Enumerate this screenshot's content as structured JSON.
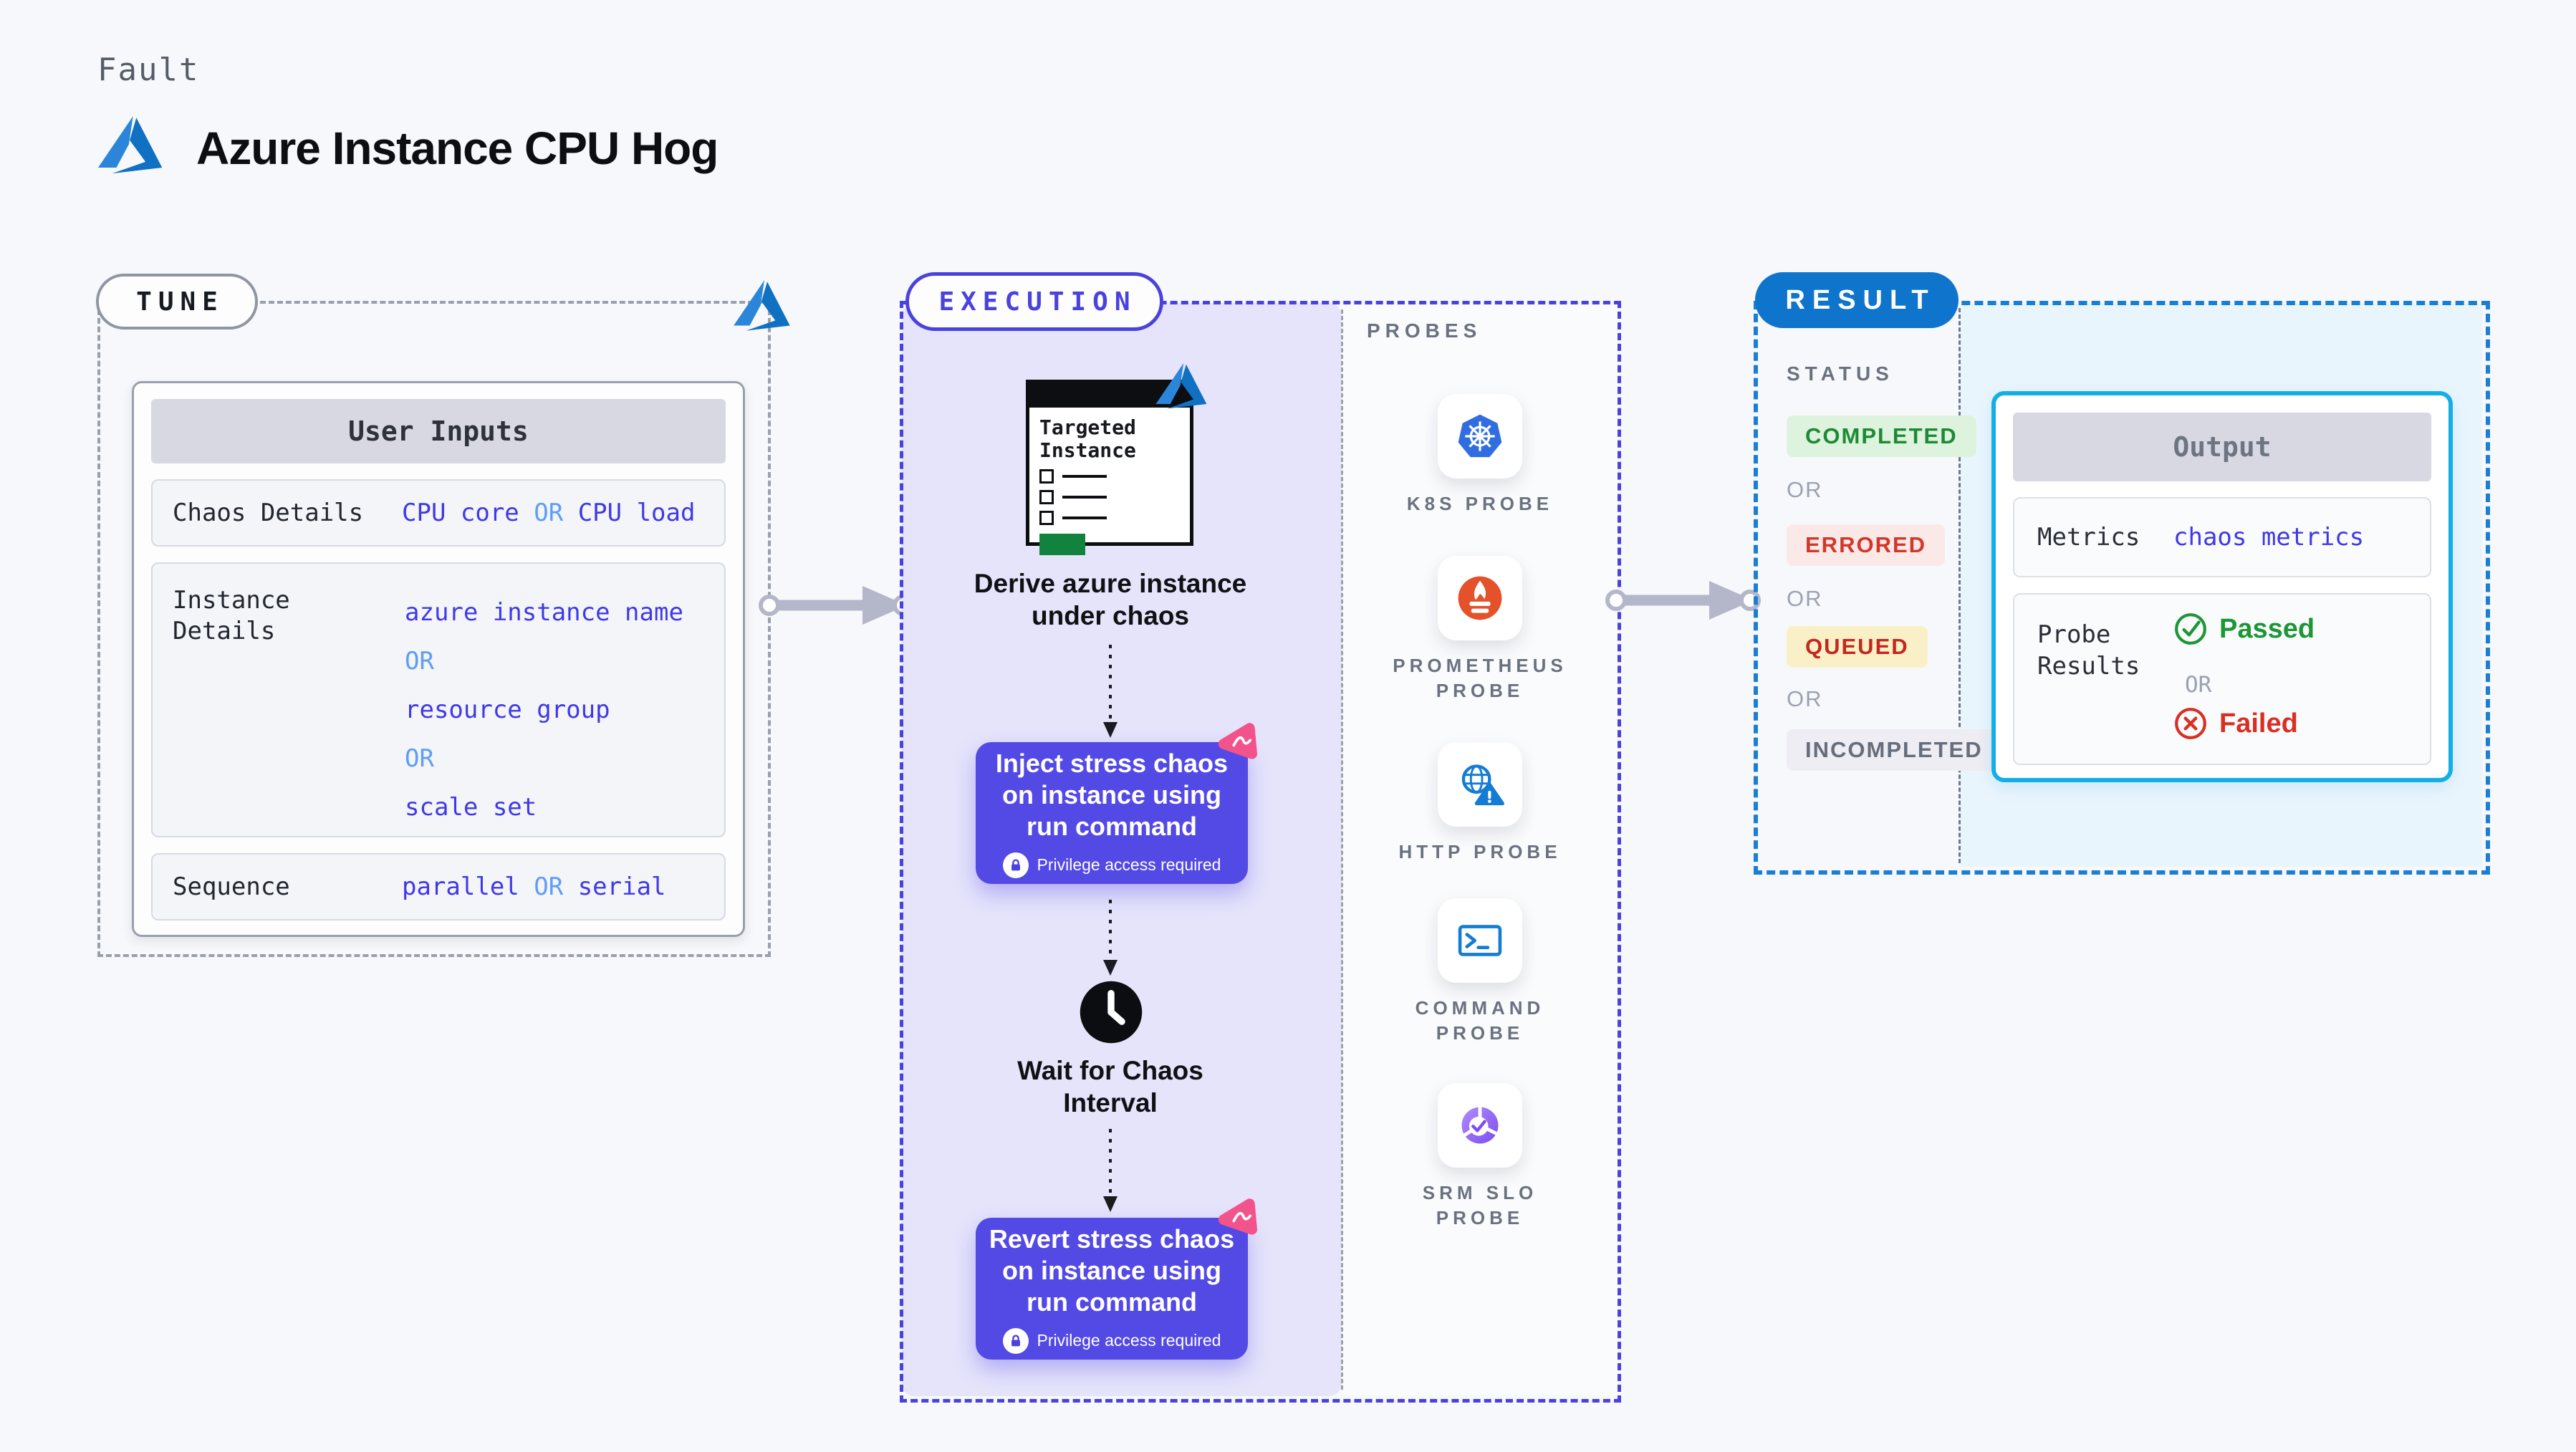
{
  "colors": {
    "page-bg": "#f7f8fb",
    "ink": "#14161a",
    "muted": "#6a7280",
    "faint": "#9aa2b1",
    "border-gray": "#99a0ab",
    "indigo": "#4a42dd",
    "lavender": "#e5e4fb",
    "purple-box": "#5349e5",
    "pink": "#f2538b",
    "azure-blue": "#1374c9",
    "value-blue": "#4038e8",
    "or-blue": "#5f9df6",
    "result-blue": "#0f74cc",
    "result-dash": "#1a7fd4",
    "cyan-border": "#14aee6",
    "cyan-fill": "#e9f5fd",
    "green": "#1d9636",
    "green-bg": "#def3de",
    "red": "#d92f23",
    "red-bg": "#fbe9e7",
    "yellow-bg": "#faf0c8",
    "slate-bg": "#ededf3",
    "arrow-gray": "#b4b7c9",
    "window-green": "#12833f"
  },
  "header": {
    "kicker": "Fault",
    "title": "Azure Instance CPU Hog"
  },
  "tune": {
    "badge": "TUNE",
    "user_inputs_title": "User Inputs",
    "chaos_details": {
      "label": "Chaos Details",
      "v1": "CPU core",
      "or": "OR",
      "v2": "CPU load"
    },
    "instance_details": {
      "label": "Instance Details",
      "lines": [
        "azure instance name",
        "OR",
        "resource group",
        "OR",
        "scale set"
      ]
    },
    "sequence": {
      "label": "Sequence",
      "v1": "parallel",
      "or": "OR",
      "v2": "serial"
    }
  },
  "execution": {
    "badge": "EXECUTION",
    "window_title": "Targeted Instance",
    "derive_label": "Derive azure instance under chaos",
    "inject_label": "Inject stress chaos on instance using run command",
    "privilege_label": "Privilege access required",
    "wait_label": "Wait for Chaos Interval",
    "revert_label": "Revert stress chaos on instance using run command"
  },
  "probes": {
    "title": "PROBES",
    "items": [
      {
        "label": "K8S PROBE",
        "icon": "kubernetes-wheel-icon"
      },
      {
        "label": "PROMETHEUS PROBE",
        "icon": "prometheus-flame-icon"
      },
      {
        "label": "HTTP PROBE",
        "icon": "globe-alert-icon"
      },
      {
        "label": "COMMAND PROBE",
        "icon": "terminal-icon"
      },
      {
        "label": "SRM SLO PROBE",
        "icon": "slo-gauge-check-icon"
      }
    ]
  },
  "result": {
    "badge": "RESULT",
    "status_label": "STATUS",
    "statuses": [
      {
        "label": "COMPLETED",
        "kind": "completed"
      },
      {
        "label": "OR",
        "kind": "or"
      },
      {
        "label": "ERRORED",
        "kind": "errored"
      },
      {
        "label": "OR",
        "kind": "or"
      },
      {
        "label": "QUEUED",
        "kind": "queued"
      },
      {
        "label": "OR",
        "kind": "or"
      },
      {
        "label": "INCOMPLETED",
        "kind": "incompleted"
      }
    ],
    "output": {
      "title": "Output",
      "metrics_label": "Metrics",
      "metrics_value": "chaos metrics",
      "probe_results_label": "Probe Results",
      "passed": "Passed",
      "or": "OR",
      "failed": "Failed"
    }
  }
}
